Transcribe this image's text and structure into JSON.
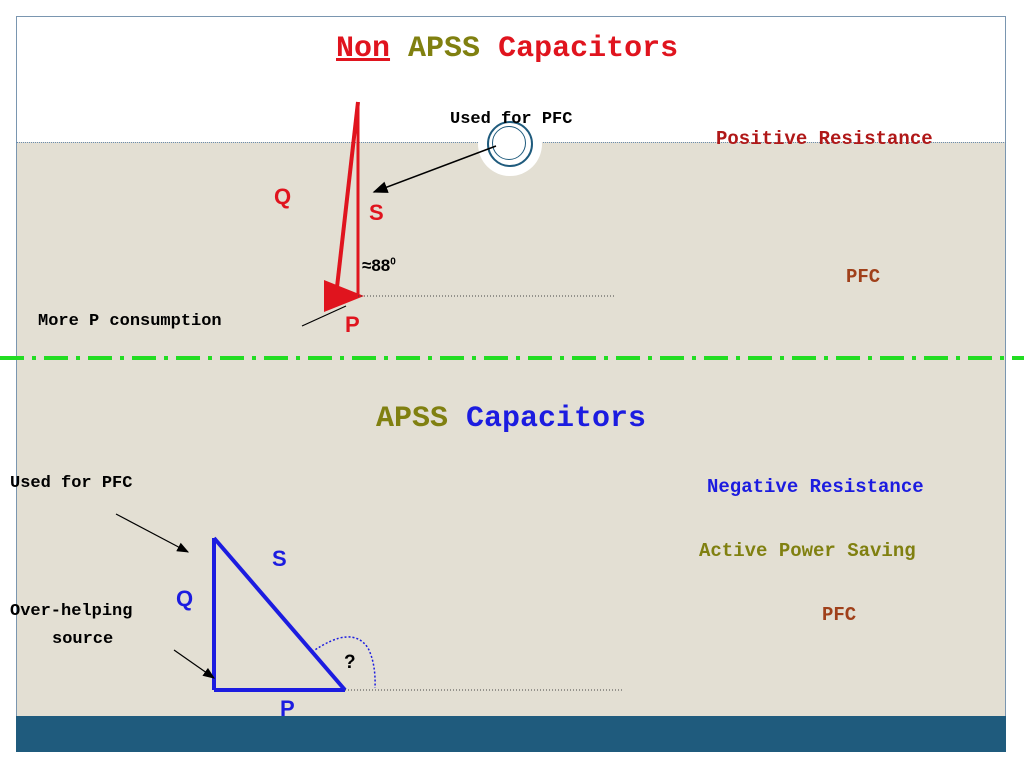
{
  "top_section": {
    "title": {
      "word1": "Non",
      "word2": "APSS",
      "word3": "Capacitors"
    },
    "used_for_pfc": "Used for PFC",
    "resistance": "Positive Resistance",
    "pfc": "PFC",
    "label_q": "Q",
    "label_s": "S",
    "label_p": "P",
    "angle": "≈88",
    "angle_sup": "0",
    "more_p": "More P consumption"
  },
  "bottom_section": {
    "title": {
      "word1": "APSS",
      "word2": "Capacitors"
    },
    "used_for_pfc": "Used for PFC",
    "over_helping_line1": "Over-helping",
    "over_helping_line2": "source",
    "label_q": "Q",
    "label_s": "S",
    "label_p": "P",
    "question": "?",
    "resistance": "Negative Resistance",
    "active_saving": "Active Power Saving",
    "pfc": "PFC"
  },
  "colors": {
    "red": "#e0141e",
    "olive": "#808010",
    "blue": "#1c1ce0",
    "brown": "#a0401a",
    "green_divider": "#22dd22",
    "footer": "#1f5b7d"
  }
}
